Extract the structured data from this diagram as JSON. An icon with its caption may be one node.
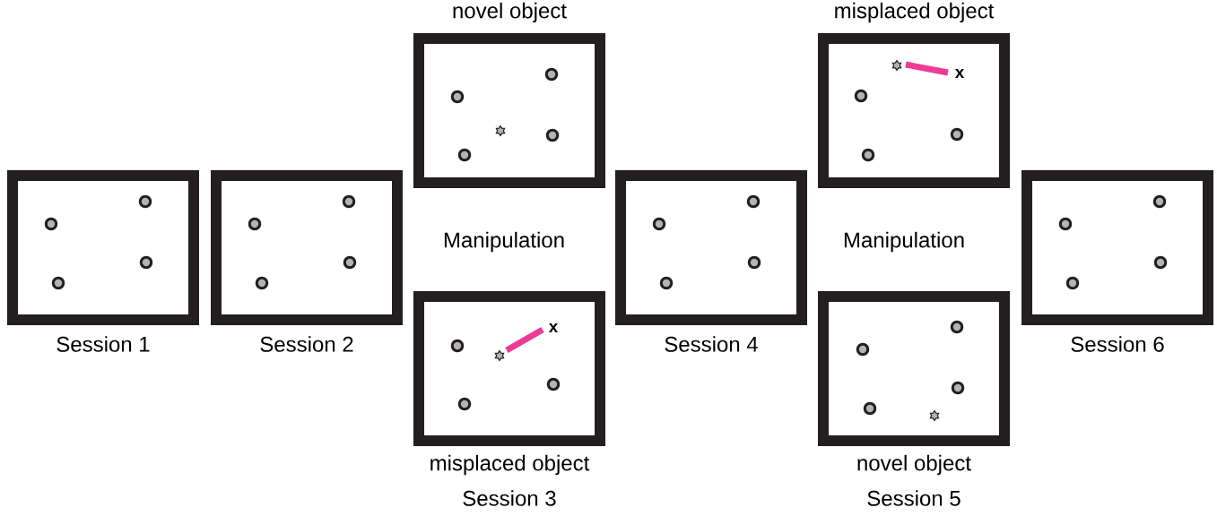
{
  "diagram": {
    "nodes": [
      {
        "text": [
          "Session 1"
        ]
      },
      {
        "text": [
          "Session 2"
        ]
      },
      {
        "text": [
          "novel object"
        ]
      },
      {
        "text": [
          "misplaced object",
          "Session 3"
        ]
      },
      {
        "text": [
          "Session 4"
        ]
      },
      {
        "text": [
          "misplaced object"
        ]
      },
      {
        "text": [
          "novel object",
          "Session 5"
        ]
      },
      {
        "text": [
          "Session 6"
        ]
      }
    ],
    "edges": [],
    "labels": [
      "x",
      "Manipulation",
      "Manipulation",
      "x"
    ]
  }
}
